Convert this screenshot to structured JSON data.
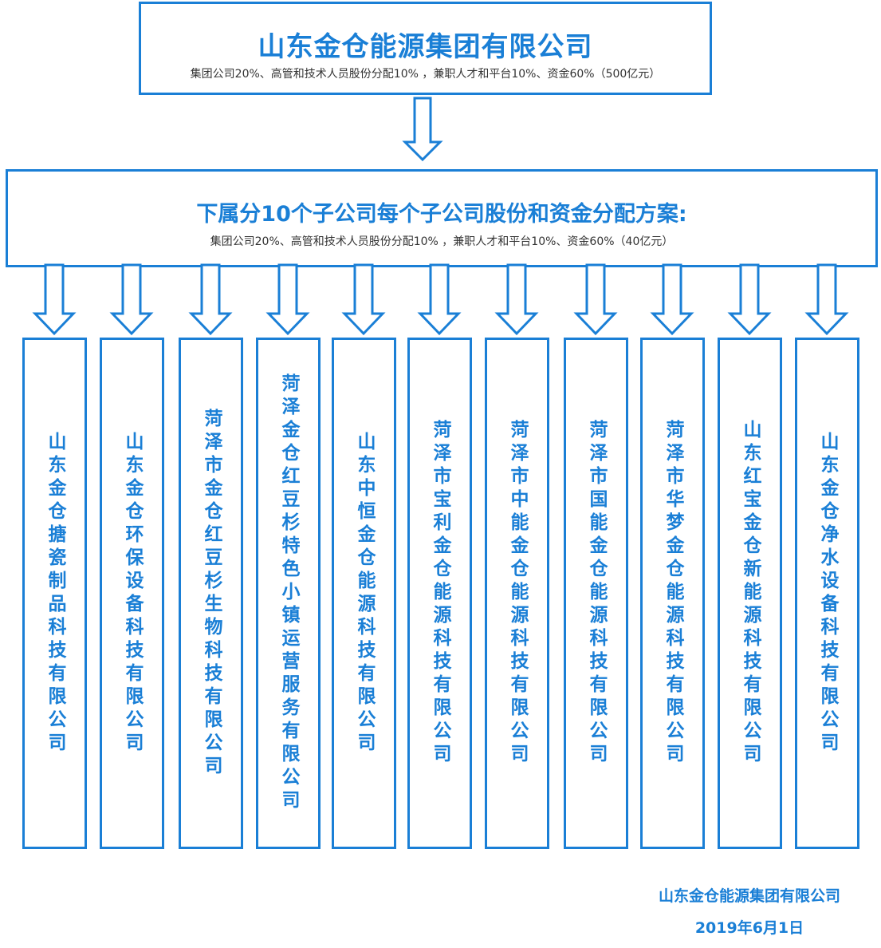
{
  "group": {
    "title": "山东金仓能源集团有限公司",
    "subtitle": "集团公司20%、高管和技术人员股份分配10% ，兼职人才和平台10%、资金60%（500亿元）"
  },
  "subsidiary_plan": {
    "title": "下属分10个子公司每个子公司股份和资金分配方案:",
    "subtitle": "集团公司20%、高管和技术人员股份分配10% ，兼职人才和平台10%、资金60%（40亿元）"
  },
  "subsidiaries": [
    "山东金仓搪瓷制品科技有限公司",
    "山东金仓环保设备科技有限公司",
    "菏泽市金仓红豆杉生物科技有限公司",
    "菏泽金仓红豆杉特色小镇运营服务有限公司",
    "山东中恒金仓能源科技有限公司",
    "菏泽市宝利金仓能源科技有限公司",
    "菏泽市中能金仓能源科技有限公司",
    "菏泽市国能金仓能源科技有限公司",
    "菏泽市华梦金仓能源科技有限公司",
    "山东红宝金仓新能源科技有限公司",
    "山东金仓净水设备科技有限公司"
  ],
  "footer": {
    "company": "山东金仓能源集团有限公司",
    "date": "2019年6月1日"
  },
  "colors": {
    "accent": "#1a7fd6",
    "subtitle_text": "#333333"
  }
}
